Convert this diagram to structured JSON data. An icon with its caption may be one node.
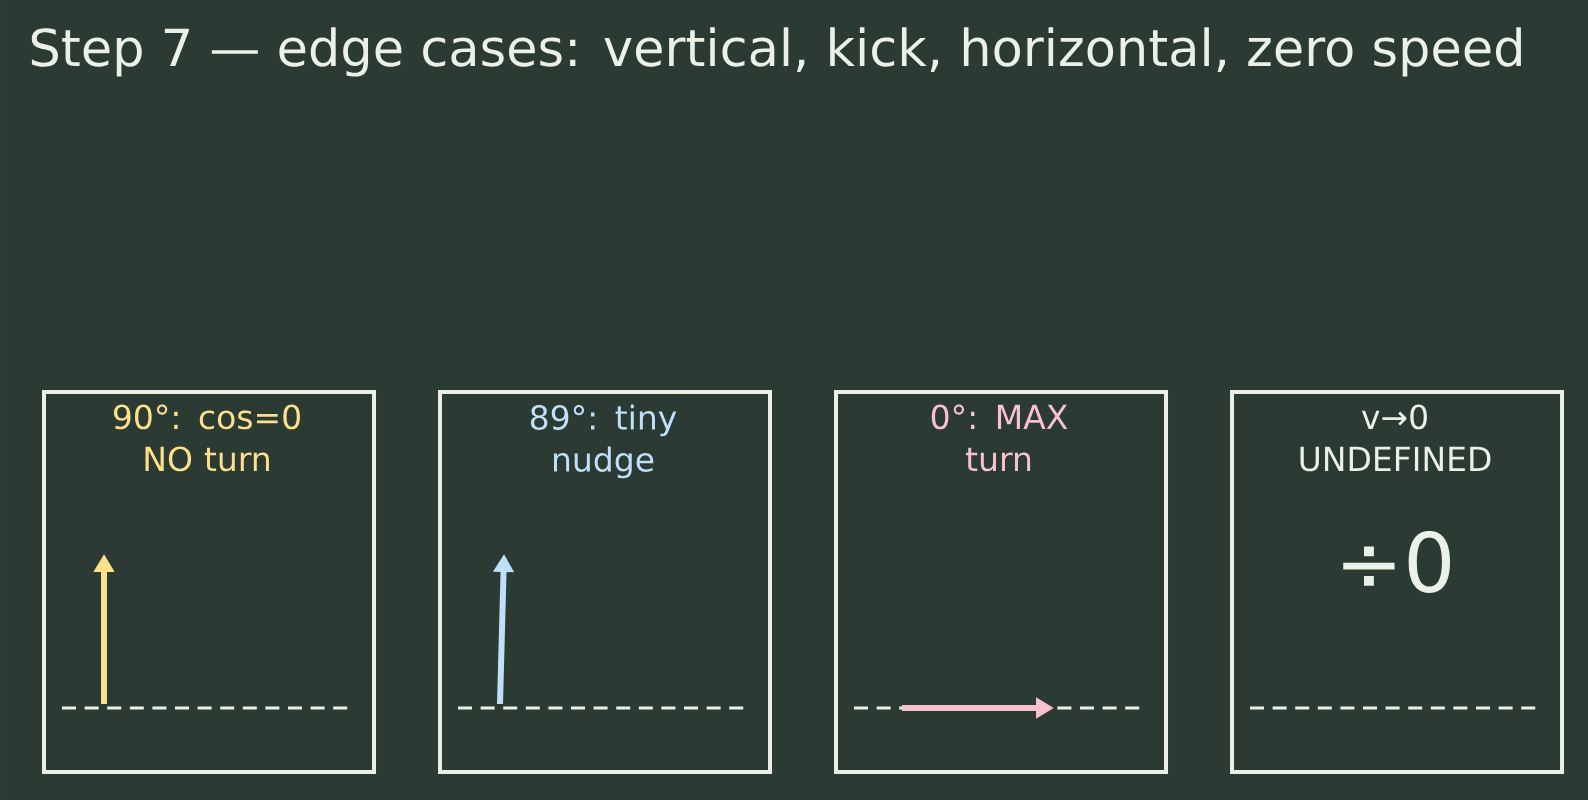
{
  "diagram": {
    "title": "Step 7 — edge cases: vertical, kick, horizontal, zero speed",
    "nodes": [
      {
        "text": [
          "90°: cos=0 NO turn"
        ]
      },
      {
        "text": [
          "89°: tiny nudge"
        ]
      },
      {
        "text": [
          "0°: MAX turn"
        ]
      },
      {
        "text": [
          "v→0 UNDEFINED",
          "÷0"
        ]
      }
    ]
  }
}
